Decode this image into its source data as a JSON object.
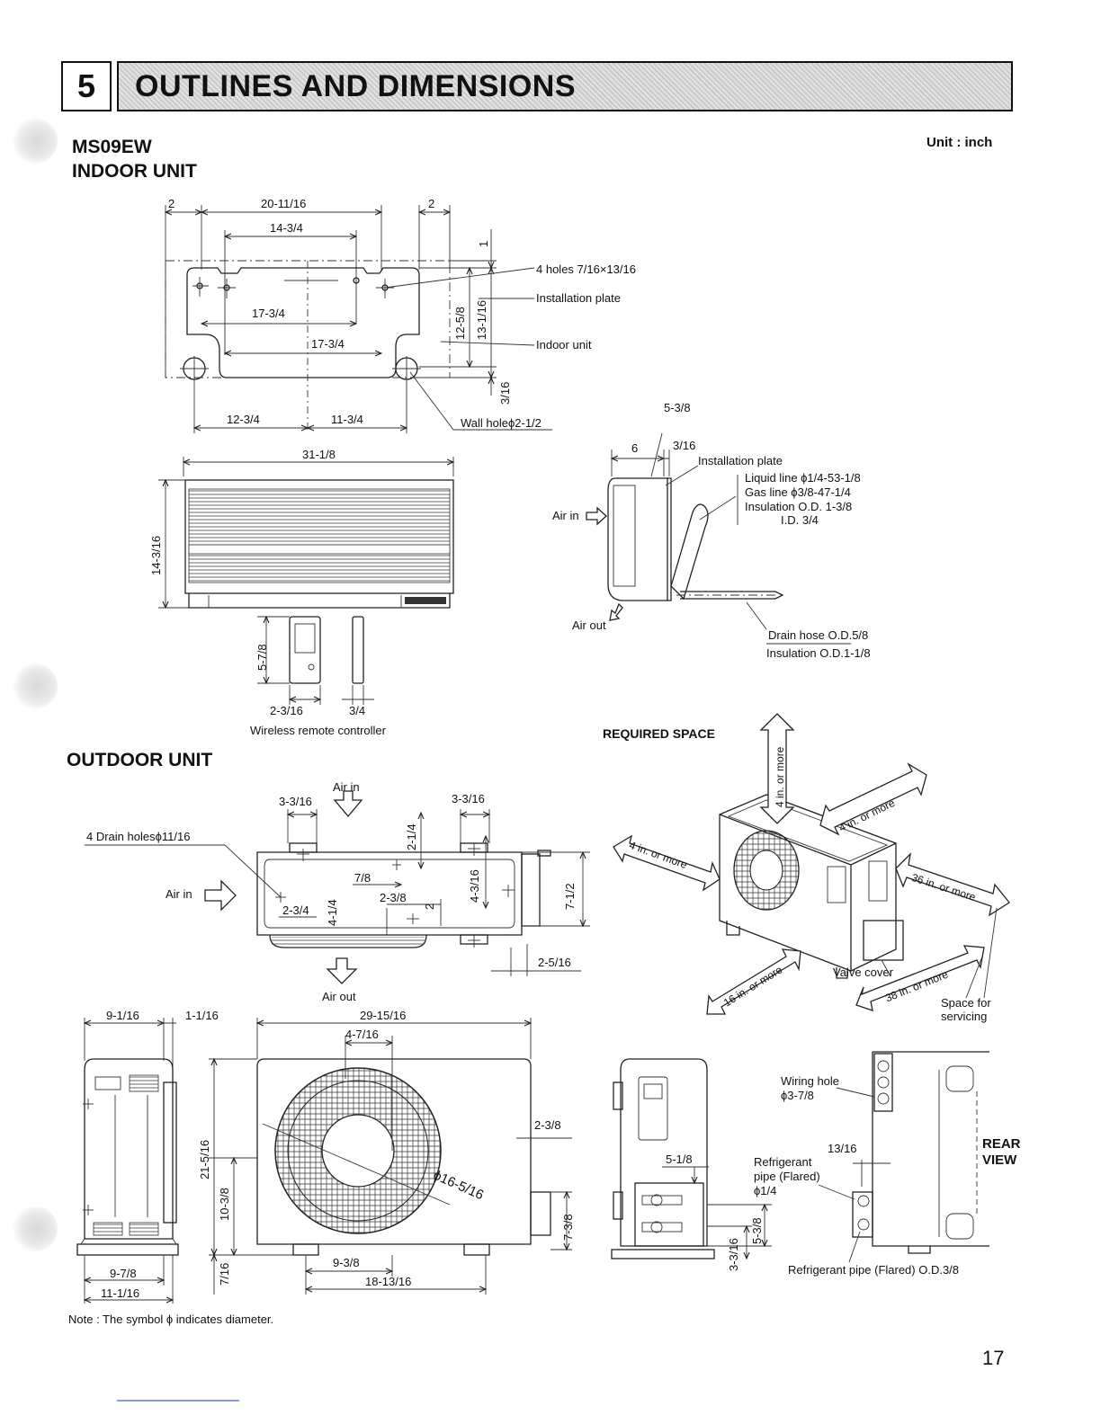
{
  "section": {
    "number": "5",
    "title": "OUTLINES AND DIMENSIONS"
  },
  "unit_label": "Unit : inch",
  "model": "MS09EW",
  "indoor": {
    "heading": "INDOOR UNIT",
    "plate_dims": {
      "left_margin": "2",
      "width": "20-11/16",
      "right_margin": "2",
      "inner_width": "14-3/4",
      "hole_span_upper": "17-3/4",
      "hole_span_lower": "17-3/4",
      "bottom_left": "12-3/4",
      "bottom_right": "11-3/4",
      "top_offset": "1",
      "plate_height": "12-5/8",
      "unit_height": "13-1/16",
      "bottom_offset": "3/16"
    },
    "plate_callouts": {
      "holes": "4 holes 7/16×13/16",
      "installation_plate": "Installation plate",
      "indoor_unit": "Indoor unit",
      "wall_hole": "Wall holeϕ2-1/2"
    },
    "front_dims": {
      "width": "31-1/8",
      "height": "14-3/16"
    },
    "side": {
      "depth_top": "5-3/8",
      "depth_unit": "6",
      "gap": "3/16",
      "installation_plate": "Installation plate",
      "liquid_line": "Liquid line ϕ1/4-53-1/8",
      "gas_line": "Gas line ϕ3/8-47-1/4",
      "insulation_od": "Insulation O.D. 1-3/8",
      "insulation_id": "I.D. 3/4",
      "air_in": "Air in",
      "air_out": "Air out",
      "drain_hose": "Drain hose O.D.5/8",
      "drain_insulation": "Insulation O.D.1-1/8"
    },
    "remote": {
      "height": "5-7/8",
      "width": "2-3/16",
      "depth": "3/4",
      "caption": "Wireless remote controller"
    }
  },
  "outdoor": {
    "heading": "OUTDOOR UNIT",
    "top_view": {
      "air_in_top": "Air in",
      "air_in_left": "Air in",
      "air_out": "Air out",
      "drain_holes": "4 Drain holesϕ11/16",
      "foot_left": "3-3/16",
      "foot_right": "3-3/16",
      "d1": "2-1/4",
      "d2": "4-3/16",
      "d3": "7/8",
      "d4": "2-3/8",
      "d5": "2-3/4",
      "d6": "4-1/4",
      "d7": "2",
      "depth": "7-1/2",
      "d8": "2-5/16"
    },
    "side_view": {
      "top_a": "9-1/16",
      "top_b": "1-1/16",
      "bottom_a": "9-7/8",
      "bottom_b": "11-1/16"
    },
    "front_view": {
      "width": "29-15/16",
      "fan_offset": "4-7/16",
      "height": "21-5/16",
      "mid_height": "10-3/8",
      "base": "7/16",
      "fan_diameter": "ϕ16-5/16",
      "right_top": "2-3/8",
      "right_h": "7-3/8",
      "bottom_a": "9-3/8",
      "bottom_b": "18-13/16"
    },
    "right_view": {
      "d1": "5-1/8",
      "d2": "5-3/8",
      "d3": "3-3/16"
    },
    "rear_view": {
      "title": "REAR VIEW",
      "wiring_hole": "Wiring hole",
      "wiring_dia": "ϕ3-7/8",
      "offset": "13/16",
      "ref_pipe_1": "Refrigerant",
      "ref_pipe_2": "pipe (Flared)",
      "ref_pipe_3": "ϕ1/4",
      "ref_pipe_bottom": "Refrigerant pipe (Flared) O.D.3/8"
    }
  },
  "required_space": {
    "title": "REQUIRED SPACE",
    "top": "4 in. or more",
    "back": "4 in. or more",
    "left": "4 in. or more",
    "right": "36 in. or more",
    "front": "16 in. or more",
    "front_right": "38 in. or more",
    "valve_cover": "Valve cover",
    "servicing_1": "Space for",
    "servicing_2": "servicing"
  },
  "note": "Note : The symbol ϕ indicates diameter.",
  "page_number": "17"
}
